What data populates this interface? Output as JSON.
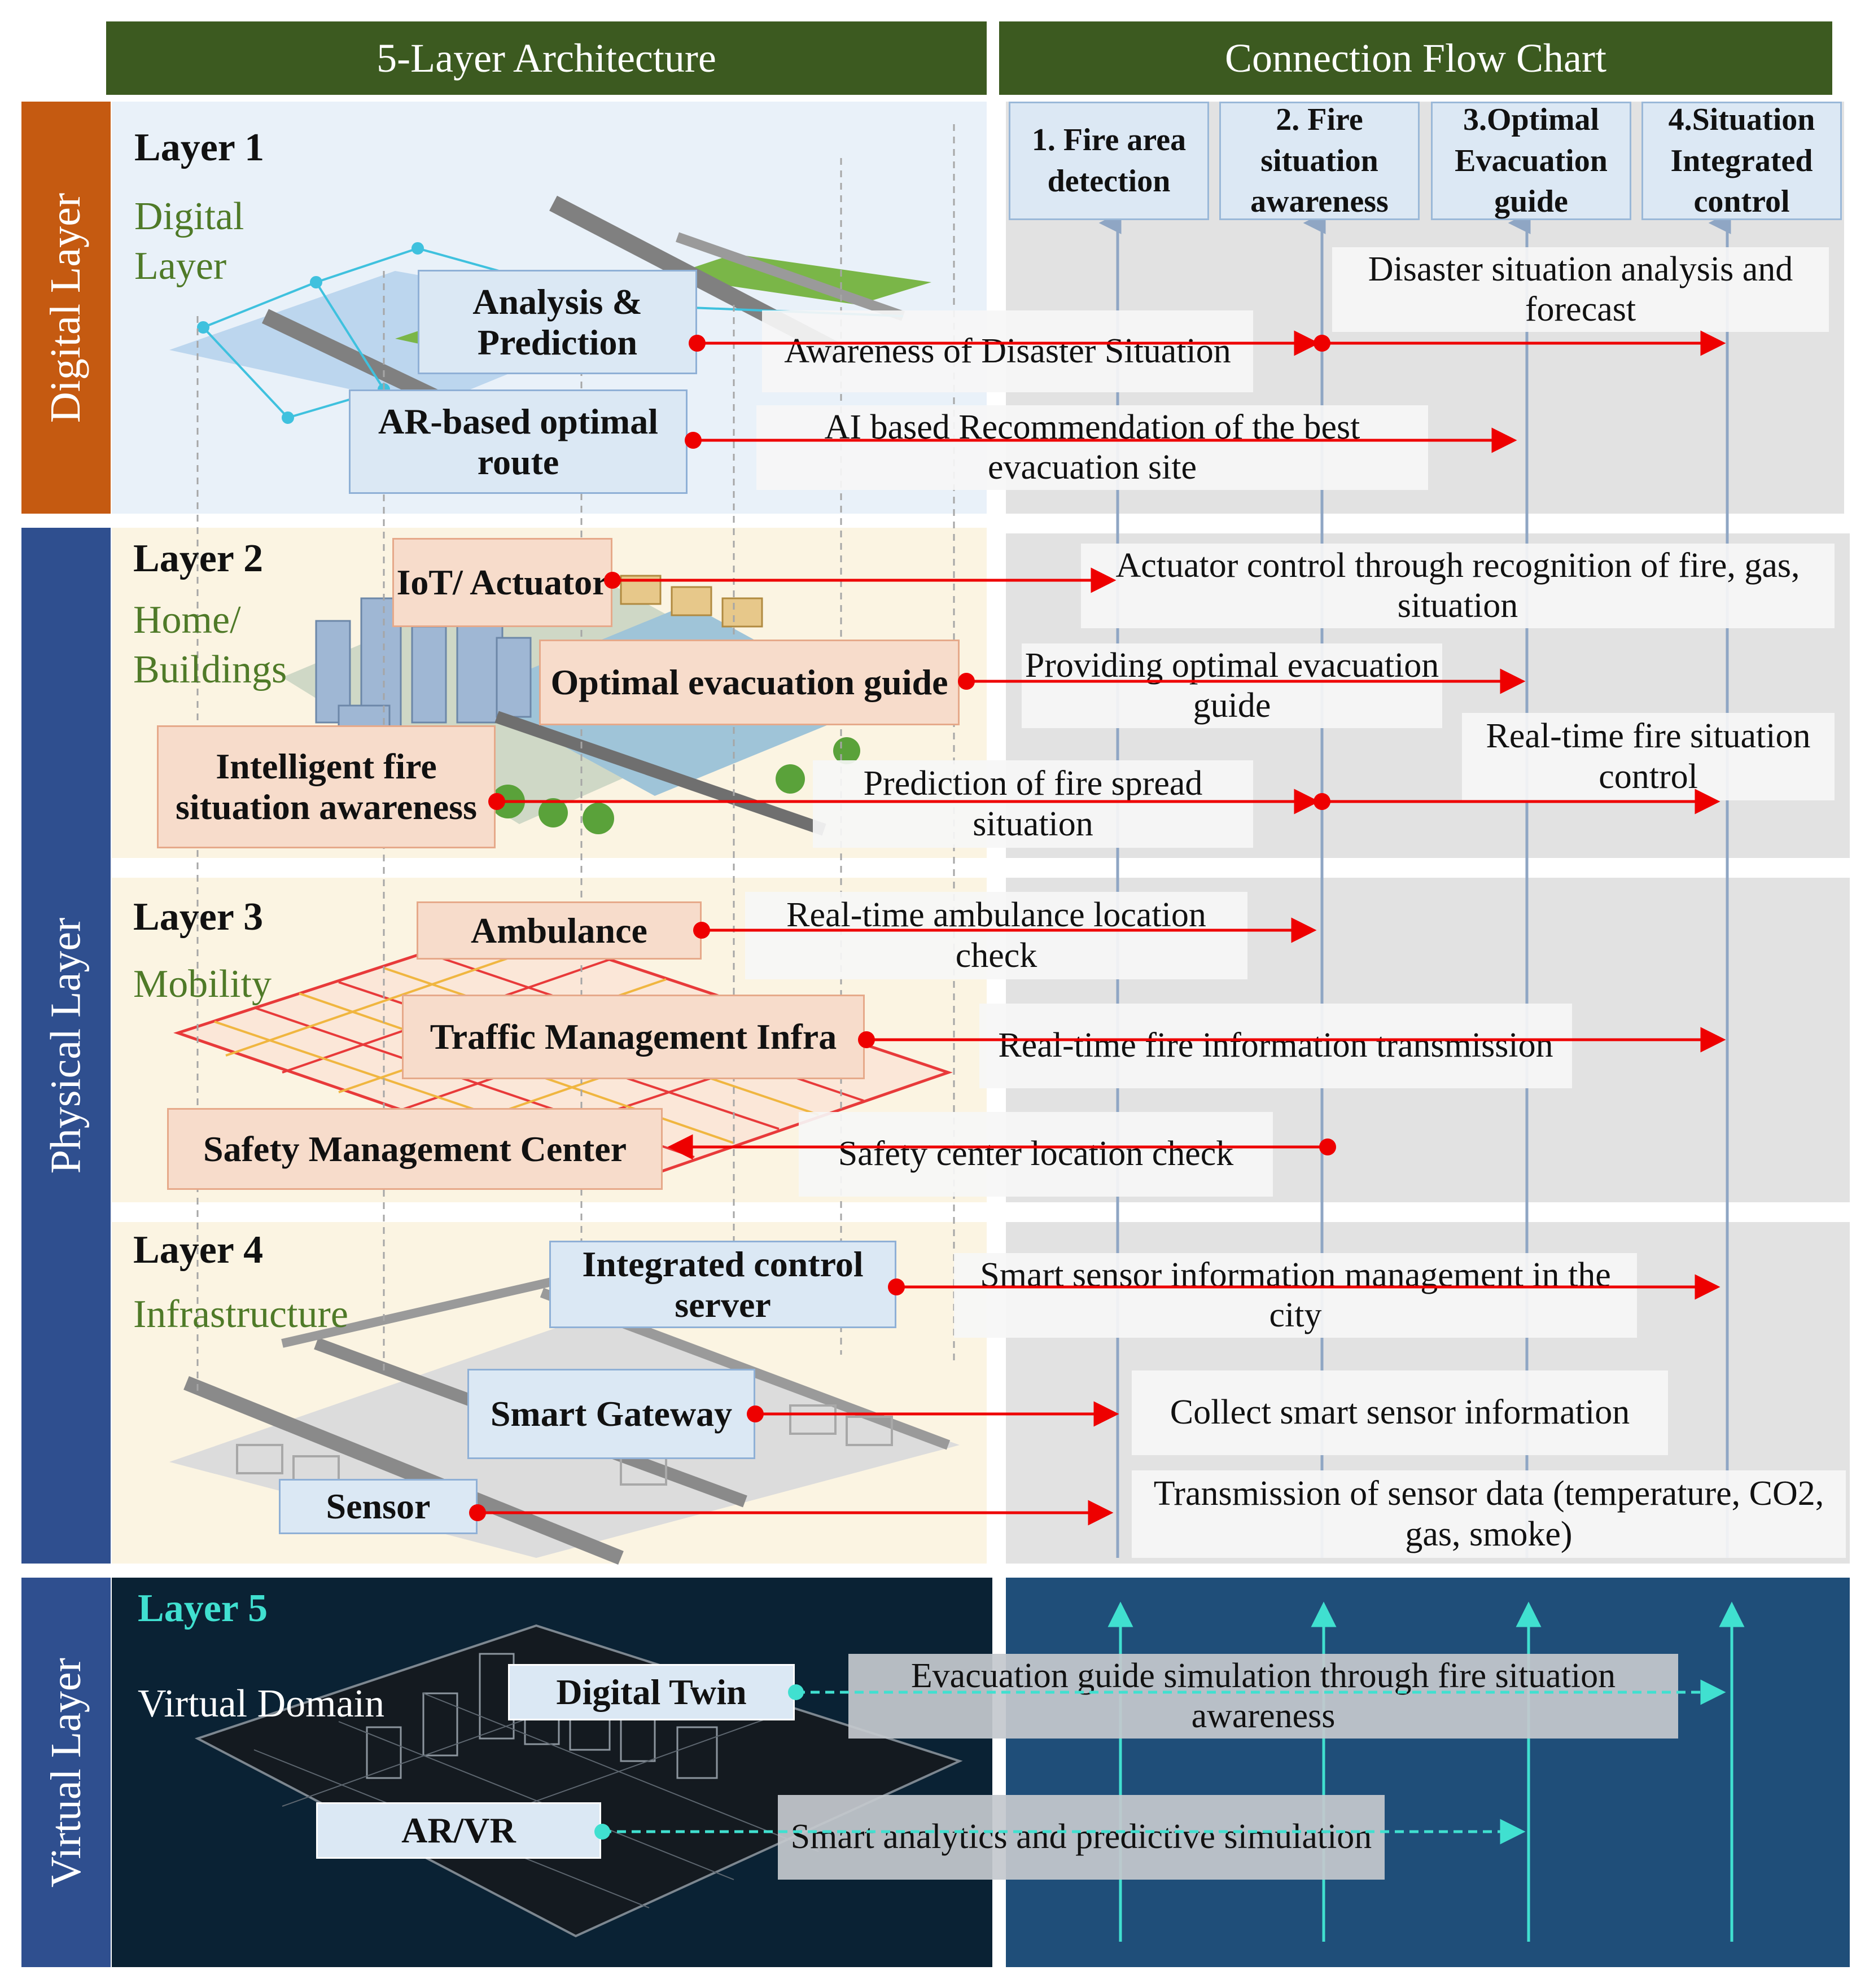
{
  "headers": {
    "architecture": "5-Layer Architecture",
    "flow_chart": "Connection Flow Chart"
  },
  "bands": {
    "digital": "Digital Layer",
    "physical": "Physical Layer",
    "virtual": "Virtual Layer"
  },
  "stages": [
    "1. Fire area detection",
    "2. Fire situation awareness",
    "3.Optimal Evacuation guide",
    "4.Situation Integrated control"
  ],
  "layers": {
    "l1": {
      "title": "Layer 1",
      "subtitle": "Digital Layer"
    },
    "l2": {
      "title": "Layer 2",
      "subtitle": "Home/ Buildings"
    },
    "l3": {
      "title": "Layer 3",
      "subtitle": "Mobility"
    },
    "l4": {
      "title": "Layer 4",
      "subtitle": "Infrastructure"
    },
    "l5": {
      "title": "Layer 5",
      "subtitle": "Virtual Domain"
    }
  },
  "components": {
    "analysis": "Analysis & Prediction",
    "ar_route": "AR-based optimal route",
    "iot": "IoT/ Actuator",
    "evac_guide": "Optimal evacuation guide",
    "fire_awareness": "Intelligent fire situation awareness",
    "ambulance": "Ambulance",
    "traffic": "Traffic Management Infra",
    "safety": "Safety Management Center",
    "control_server": "Integrated control server",
    "gateway": "Smart Gateway",
    "sensor": "Sensor",
    "digital_twin": "Digital Twin",
    "arvr": "AR/VR"
  },
  "flows": {
    "disaster_analysis": "Disaster situation analysis and forecast",
    "awareness": "Awareness of Disaster Situation",
    "ai_recommend": "AI based Recommendation of the best evacuation site",
    "actuator": "Actuator control through recognition of fire, gas, situation",
    "providing_guide": "Providing optimal evacuation guide",
    "realtime_control": "Real-time fire situation control",
    "spread": "Prediction of fire spread situation",
    "ambulance_check": "Real-time ambulance location check",
    "fire_info": "Real-time fire information transmission",
    "safety_check": "Safety center location check",
    "sensor_mgmt": "Smart sensor information management in the city",
    "collect": "Collect smart sensor information",
    "transmission": "Transmission of sensor data (temperature, CO2, gas, smoke)",
    "evac_sim": "Evacuation guide simulation through fire situation awareness",
    "analytics": "Smart analytics and predictive simulation"
  },
  "colors": {
    "header_green": "#3c5a20",
    "digital_band": "#c55a11",
    "physical_band": "#2f4f8f",
    "virtual_band": "#2f4f8f",
    "arrow_red": "#ee0000",
    "arrow_cyan": "#40e0d0",
    "virtual_left": "#0a2234",
    "virtual_right": "#1f4e79"
  }
}
